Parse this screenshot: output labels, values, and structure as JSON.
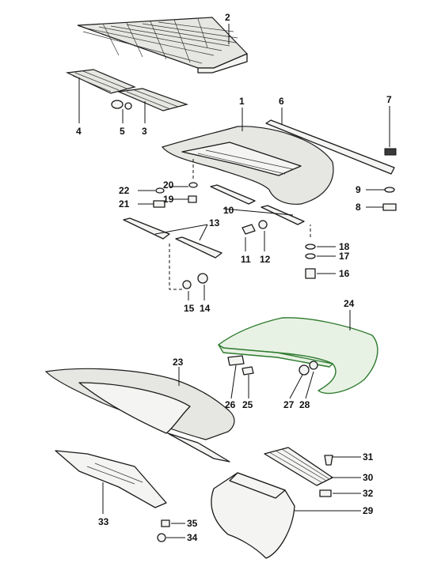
{
  "diagram": {
    "callouts": {
      "c1": "1",
      "c2": "2",
      "c3": "3",
      "c4": "4",
      "c5": "5",
      "c6": "6",
      "c7": "7",
      "c8": "8",
      "c9": "9",
      "c10": "10",
      "c11": "11",
      "c12": "12",
      "c13": "13",
      "c14": "14",
      "c15": "15",
      "c16": "16",
      "c17": "17",
      "c18": "18",
      "c19": "19",
      "c20": "20",
      "c21": "21",
      "c22": "22",
      "c23": "23",
      "c24": "24",
      "c25": "25",
      "c26": "26",
      "c27": "27",
      "c28": "28",
      "c29": "29",
      "c30": "30",
      "c31": "31",
      "c32": "32",
      "c33": "33",
      "c34": "34",
      "c35": "35"
    },
    "colors": {
      "ink": "#1a1a1a",
      "highlight": "#2d7a2d"
    }
  }
}
